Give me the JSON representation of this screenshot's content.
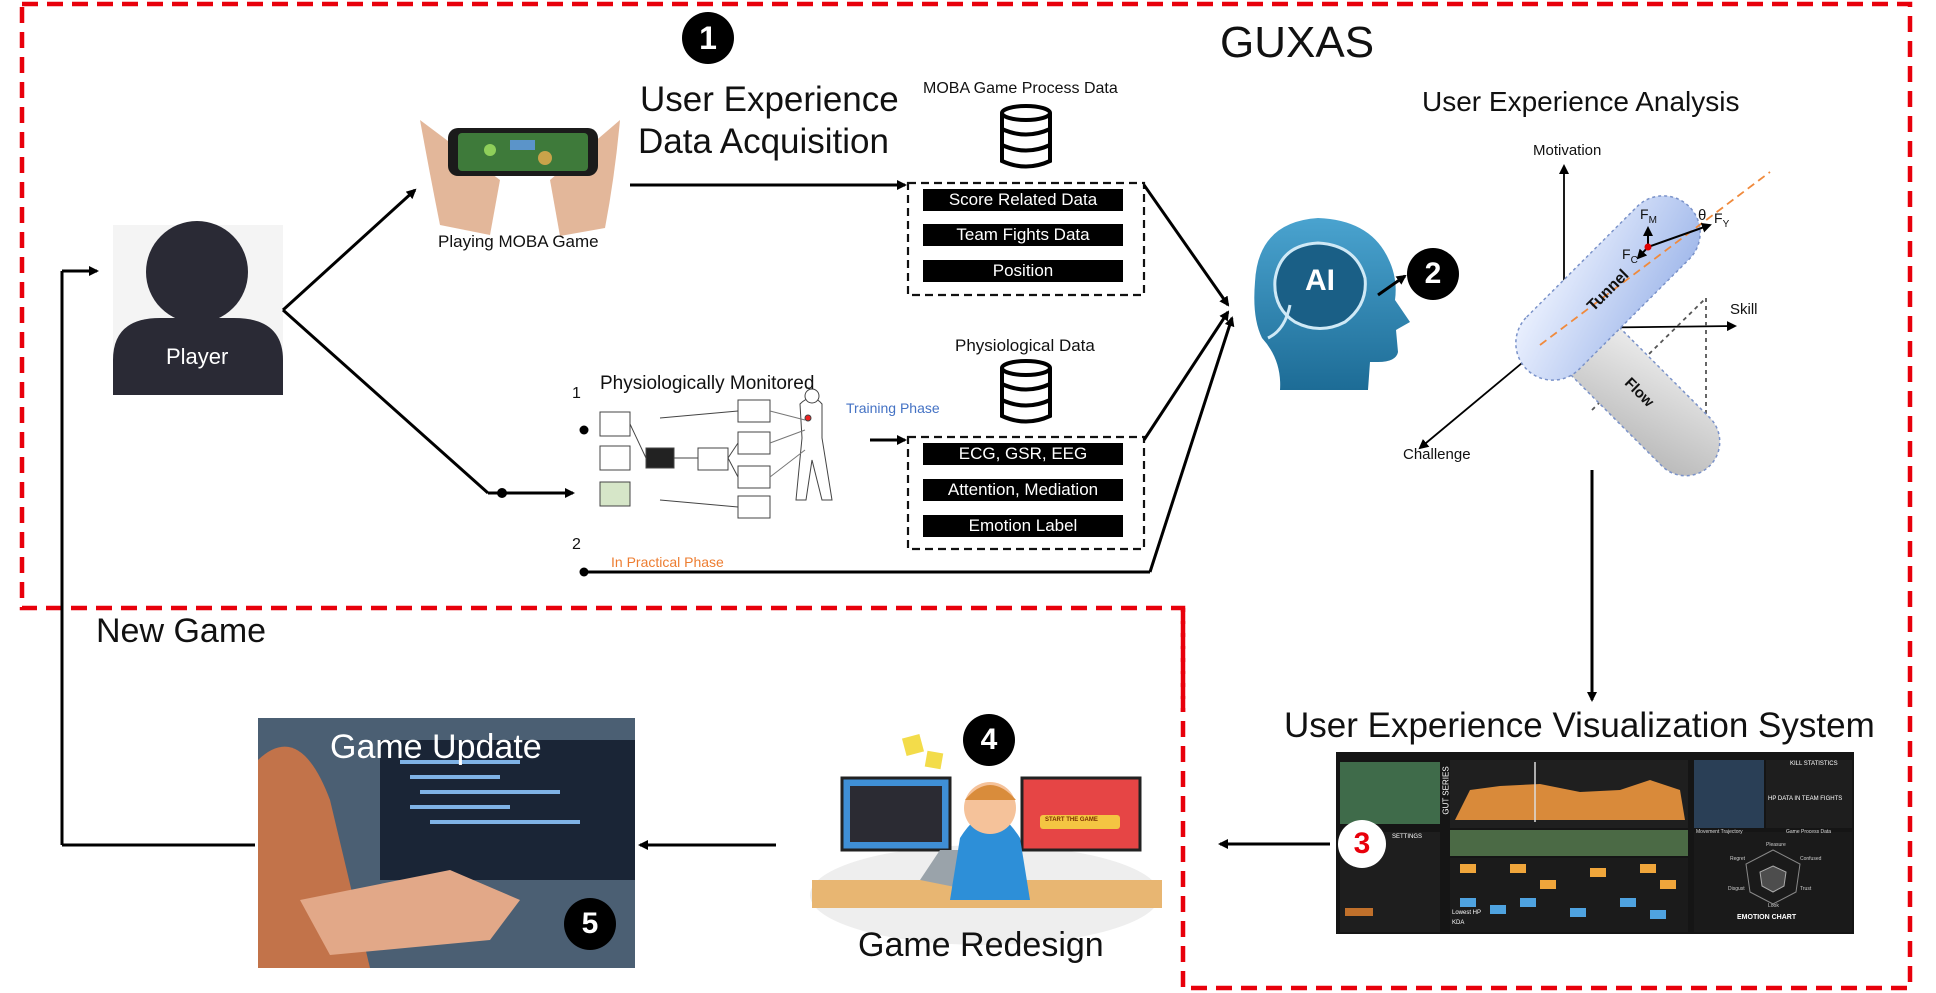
{
  "system": {
    "title": "GUXAS",
    "new_game": "New Game",
    "border_color": "#e8000b"
  },
  "steps": {
    "s1": "1",
    "s2": "2",
    "s3": "3",
    "s4": "4",
    "s5": "5"
  },
  "acquisition": {
    "title_line1": "User Experience",
    "title_line2": "Data Acquisition",
    "player": "Player",
    "playing_label": "Playing MOBA Game",
    "moba_data_title": "MOBA Game Process Data",
    "moba_items": [
      "Score Related Data",
      "Team Fights Data",
      "Position"
    ],
    "physio_title": "Physiologically Monitored",
    "physio_data_title": "Physiological Data",
    "physio_items": [
      "ECG, GSR, EEG",
      "Attention, Mediation",
      "Emotion Label"
    ],
    "branch1": "1",
    "branch2": "2",
    "training_phase": "Training Phase",
    "practical_phase": "In Practical Phase",
    "training_color": "#4472c4",
    "practical_color": "#ed7d31"
  },
  "analysis": {
    "title": "User Experience Analysis",
    "motivation": "Motivation",
    "skill": "Skill",
    "challenge": "Challenge",
    "tunnel": "Tunnel",
    "flow": "Flow",
    "theta": "θ",
    "f_m": "F",
    "f_m_sub": "M",
    "f_c": "F",
    "f_c_sub": "C",
    "f_y": "F",
    "f_y_sub": "Y",
    "ai_label": "AI"
  },
  "visualization": {
    "title": "User Experience Visualization System",
    "gut_series": "GUT SERIES",
    "kill_stats": "KILL STATISTICS",
    "hp_team": "HP DATA IN TEAM FIGHTS",
    "settings": "SETTINGS",
    "emotion_chart": "EMOTION CHART",
    "movement": "Movement Trajectory",
    "game_process": "Game Process Data",
    "lowest_hp": "Lowest  HP",
    "kda": "KDA",
    "radar_labels": [
      "Pleasure",
      "Confused",
      "Trust",
      "Look",
      "Disgust",
      "Regret"
    ]
  },
  "redesign": {
    "title": "Game Redesign",
    "start_game": "START THE GAME"
  },
  "update": {
    "title": "Game Update"
  }
}
